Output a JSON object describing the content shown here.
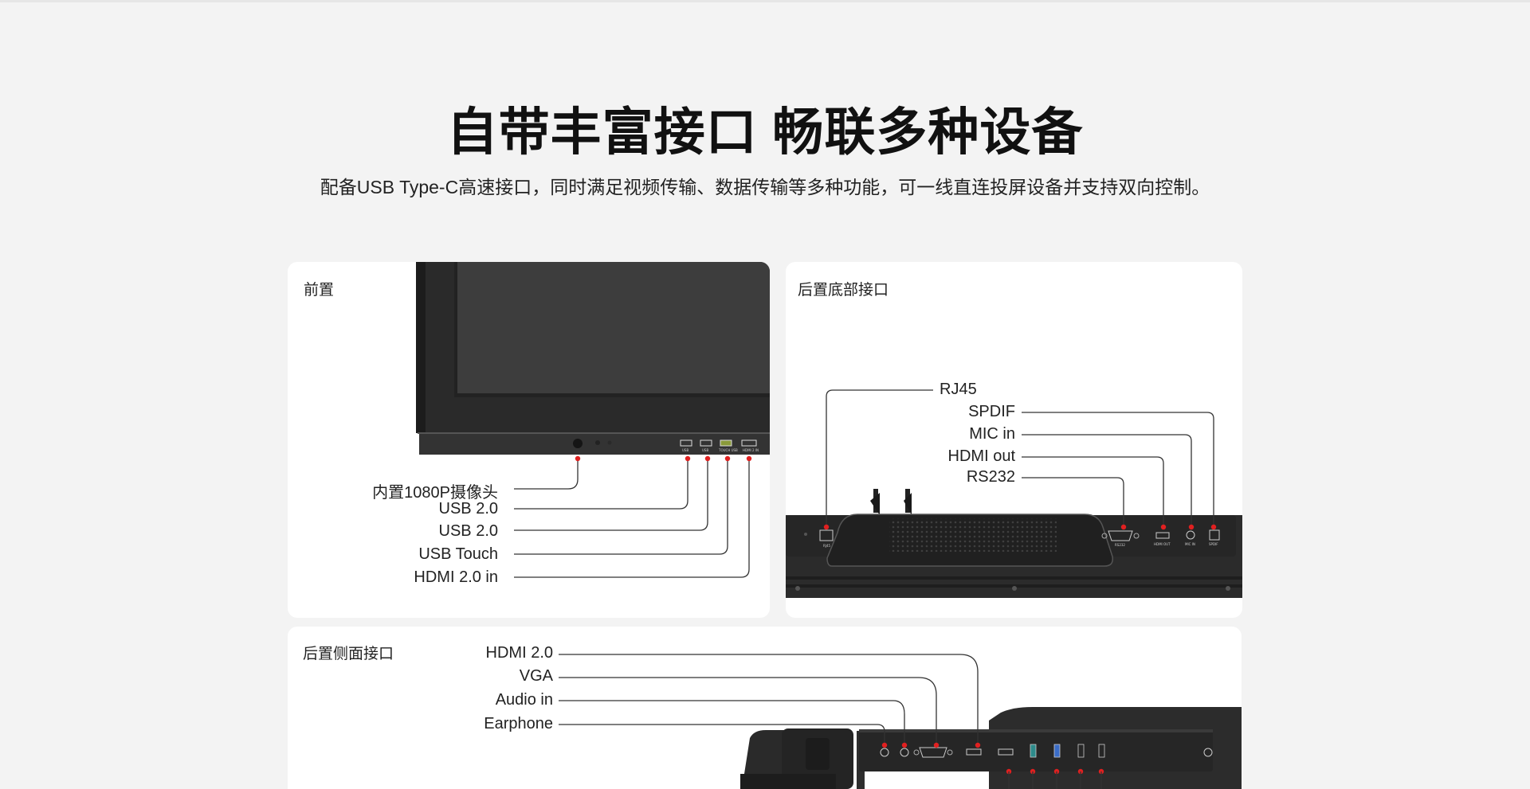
{
  "header": {
    "title": "自带丰富接口 畅联多种设备",
    "subtitle": "配备USB Type-C高速接口，同时满足视频传输、数据传输等多种功能，可一线直连投屏设备并支持双向控制。"
  },
  "front": {
    "title": "前置",
    "labels": [
      "内置1080P摄像头",
      "USB 2.0",
      "USB 2.0",
      "USB Touch",
      "HDMI 2.0 in"
    ]
  },
  "rear_bottom": {
    "title": "后置底部接口",
    "labels": [
      "RJ45",
      "SPDIF",
      "MIC in",
      "HDMI out",
      "RS232"
    ]
  },
  "rear_side": {
    "title": "后置侧面接口",
    "labels": [
      "HDMI 2.0",
      "VGA",
      "Audio in",
      "Earphone"
    ]
  },
  "colors": {
    "accent": "#e02020",
    "background": "#f3f3f3",
    "card": "#ffffff"
  }
}
